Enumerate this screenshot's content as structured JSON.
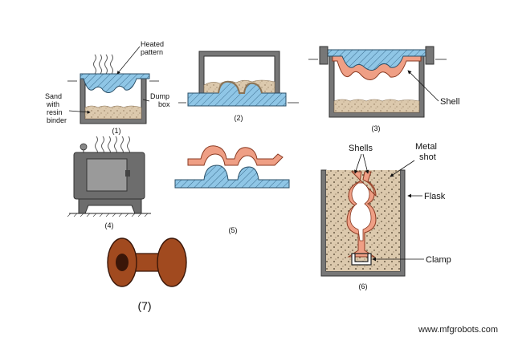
{
  "colors": {
    "pattern": "#8fc6e6",
    "sand": "#dcc9ad",
    "shell": "#ef9f85",
    "box": "#777777",
    "oven": "#6d6d6d",
    "product": "#a14a1f",
    "product_dark": "#3a1608"
  },
  "step1": {
    "number": "(1)",
    "heated_pattern_line1": "Heated",
    "heated_pattern_line2": "pattern",
    "dump_box_line1": "Dump",
    "dump_box_line2": "box",
    "sand_line1": "Sand",
    "sand_line2": "with",
    "sand_line3": "resin",
    "sand_line4": "binder"
  },
  "step2": {
    "number": "(2)"
  },
  "step3": {
    "number": "(3)",
    "shell": "Shell"
  },
  "step4": {
    "number": "(4)"
  },
  "step5": {
    "number": "(5)"
  },
  "step6": {
    "number": "(6)",
    "shells": "Shells",
    "metal_shot_line1": "Metal",
    "metal_shot_line2": "shot",
    "flask": "Flask",
    "clamp": "Clamp"
  },
  "step7": {
    "number": "(7)"
  },
  "watermark": "www.mfgrobots.com"
}
